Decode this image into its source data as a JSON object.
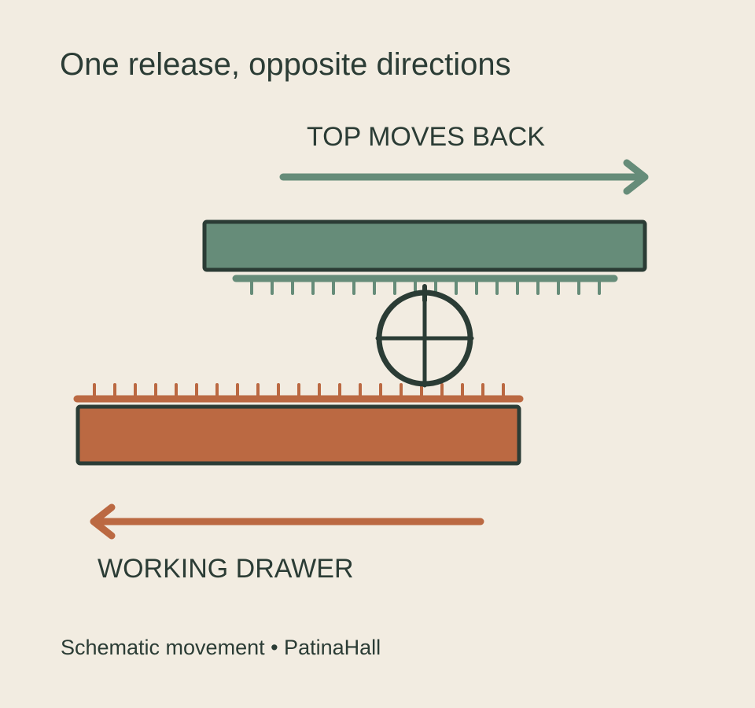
{
  "title": "One release, opposite directions",
  "labels": {
    "top": "TOP MOVES BACK",
    "drawer": "WORKING DRAWER"
  },
  "caption": "Schematic movement • PatinaHall",
  "colors": {
    "background": "#f2ece1",
    "top_component": "#668c79",
    "drawer_component": "#bb6942",
    "outline": "#2b3c35"
  },
  "icons": {
    "top_arrow": "arrow-right-icon",
    "drawer_arrow": "arrow-left-icon",
    "pinion": "pinion-gear-icon"
  }
}
